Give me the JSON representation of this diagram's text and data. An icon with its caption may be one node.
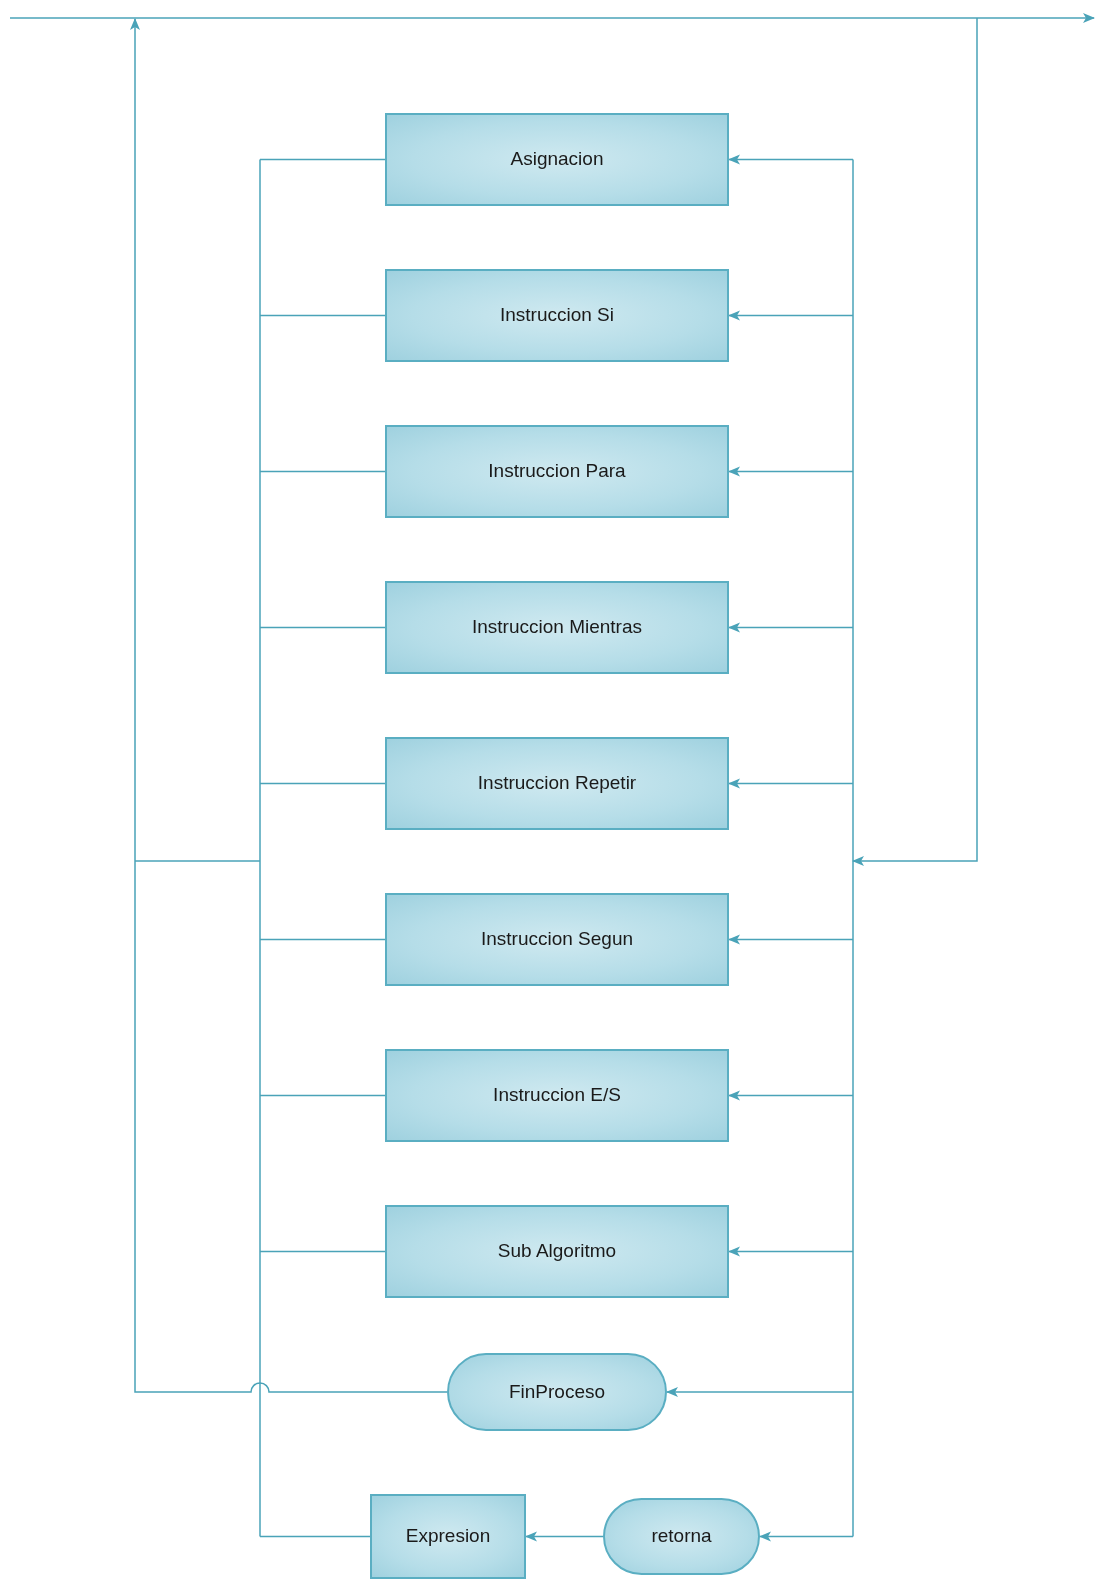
{
  "diagram": {
    "nodes": [
      {
        "text": [
          "Asignacion"
        ]
      },
      {
        "text": [
          "Instruccion Si"
        ]
      },
      {
        "text": [
          "Instruccion Para"
        ]
      },
      {
        "text": [
          "Instruccion Mientras"
        ]
      },
      {
        "text": [
          "Instruccion Repetir"
        ]
      },
      {
        "text": [
          "Instruccion Segun"
        ]
      },
      {
        "text": [
          "Instruccion E/S"
        ]
      },
      {
        "text": [
          "Sub Algoritmo"
        ]
      },
      {
        "text": [
          "FinProceso"
        ]
      },
      {
        "text": [
          "Expresion"
        ]
      },
      {
        "text": [
          "retorna"
        ]
      }
    ],
    "edges": [
      {
        "from": null,
        "to": 0,
        "arrow": "to"
      },
      {
        "from": null,
        "to": 1,
        "arrow": "to"
      },
      {
        "from": null,
        "to": 2,
        "arrow": "to"
      },
      {
        "from": null,
        "to": 3,
        "arrow": "to"
      },
      {
        "from": null,
        "to": 4,
        "arrow": "to"
      },
      {
        "from": null,
        "to": 5,
        "arrow": "to"
      },
      {
        "from": null,
        "to": 6,
        "arrow": "to"
      },
      {
        "from": null,
        "to": 7,
        "arrow": "to"
      },
      {
        "from": null,
        "to": 8,
        "arrow": "to"
      },
      {
        "from": null,
        "to": 10,
        "arrow": "to"
      },
      {
        "from": 0,
        "to": null,
        "arrow": "none"
      },
      {
        "from": 1,
        "to": null,
        "arrow": "none"
      },
      {
        "from": 2,
        "to": null,
        "arrow": "none"
      },
      {
        "from": 3,
        "to": null,
        "arrow": "none"
      },
      {
        "from": 4,
        "to": null,
        "arrow": "none"
      },
      {
        "from": 5,
        "to": null,
        "arrow": "none"
      },
      {
        "from": 6,
        "to": null,
        "arrow": "none"
      },
      {
        "from": 7,
        "to": null,
        "arrow": "none"
      },
      {
        "from": 9,
        "to": null,
        "arrow": "none"
      },
      {
        "from": 10,
        "to": 9,
        "arrow": "to"
      },
      {
        "from": 8,
        "to": null,
        "arrow": "to"
      }
    ]
  }
}
